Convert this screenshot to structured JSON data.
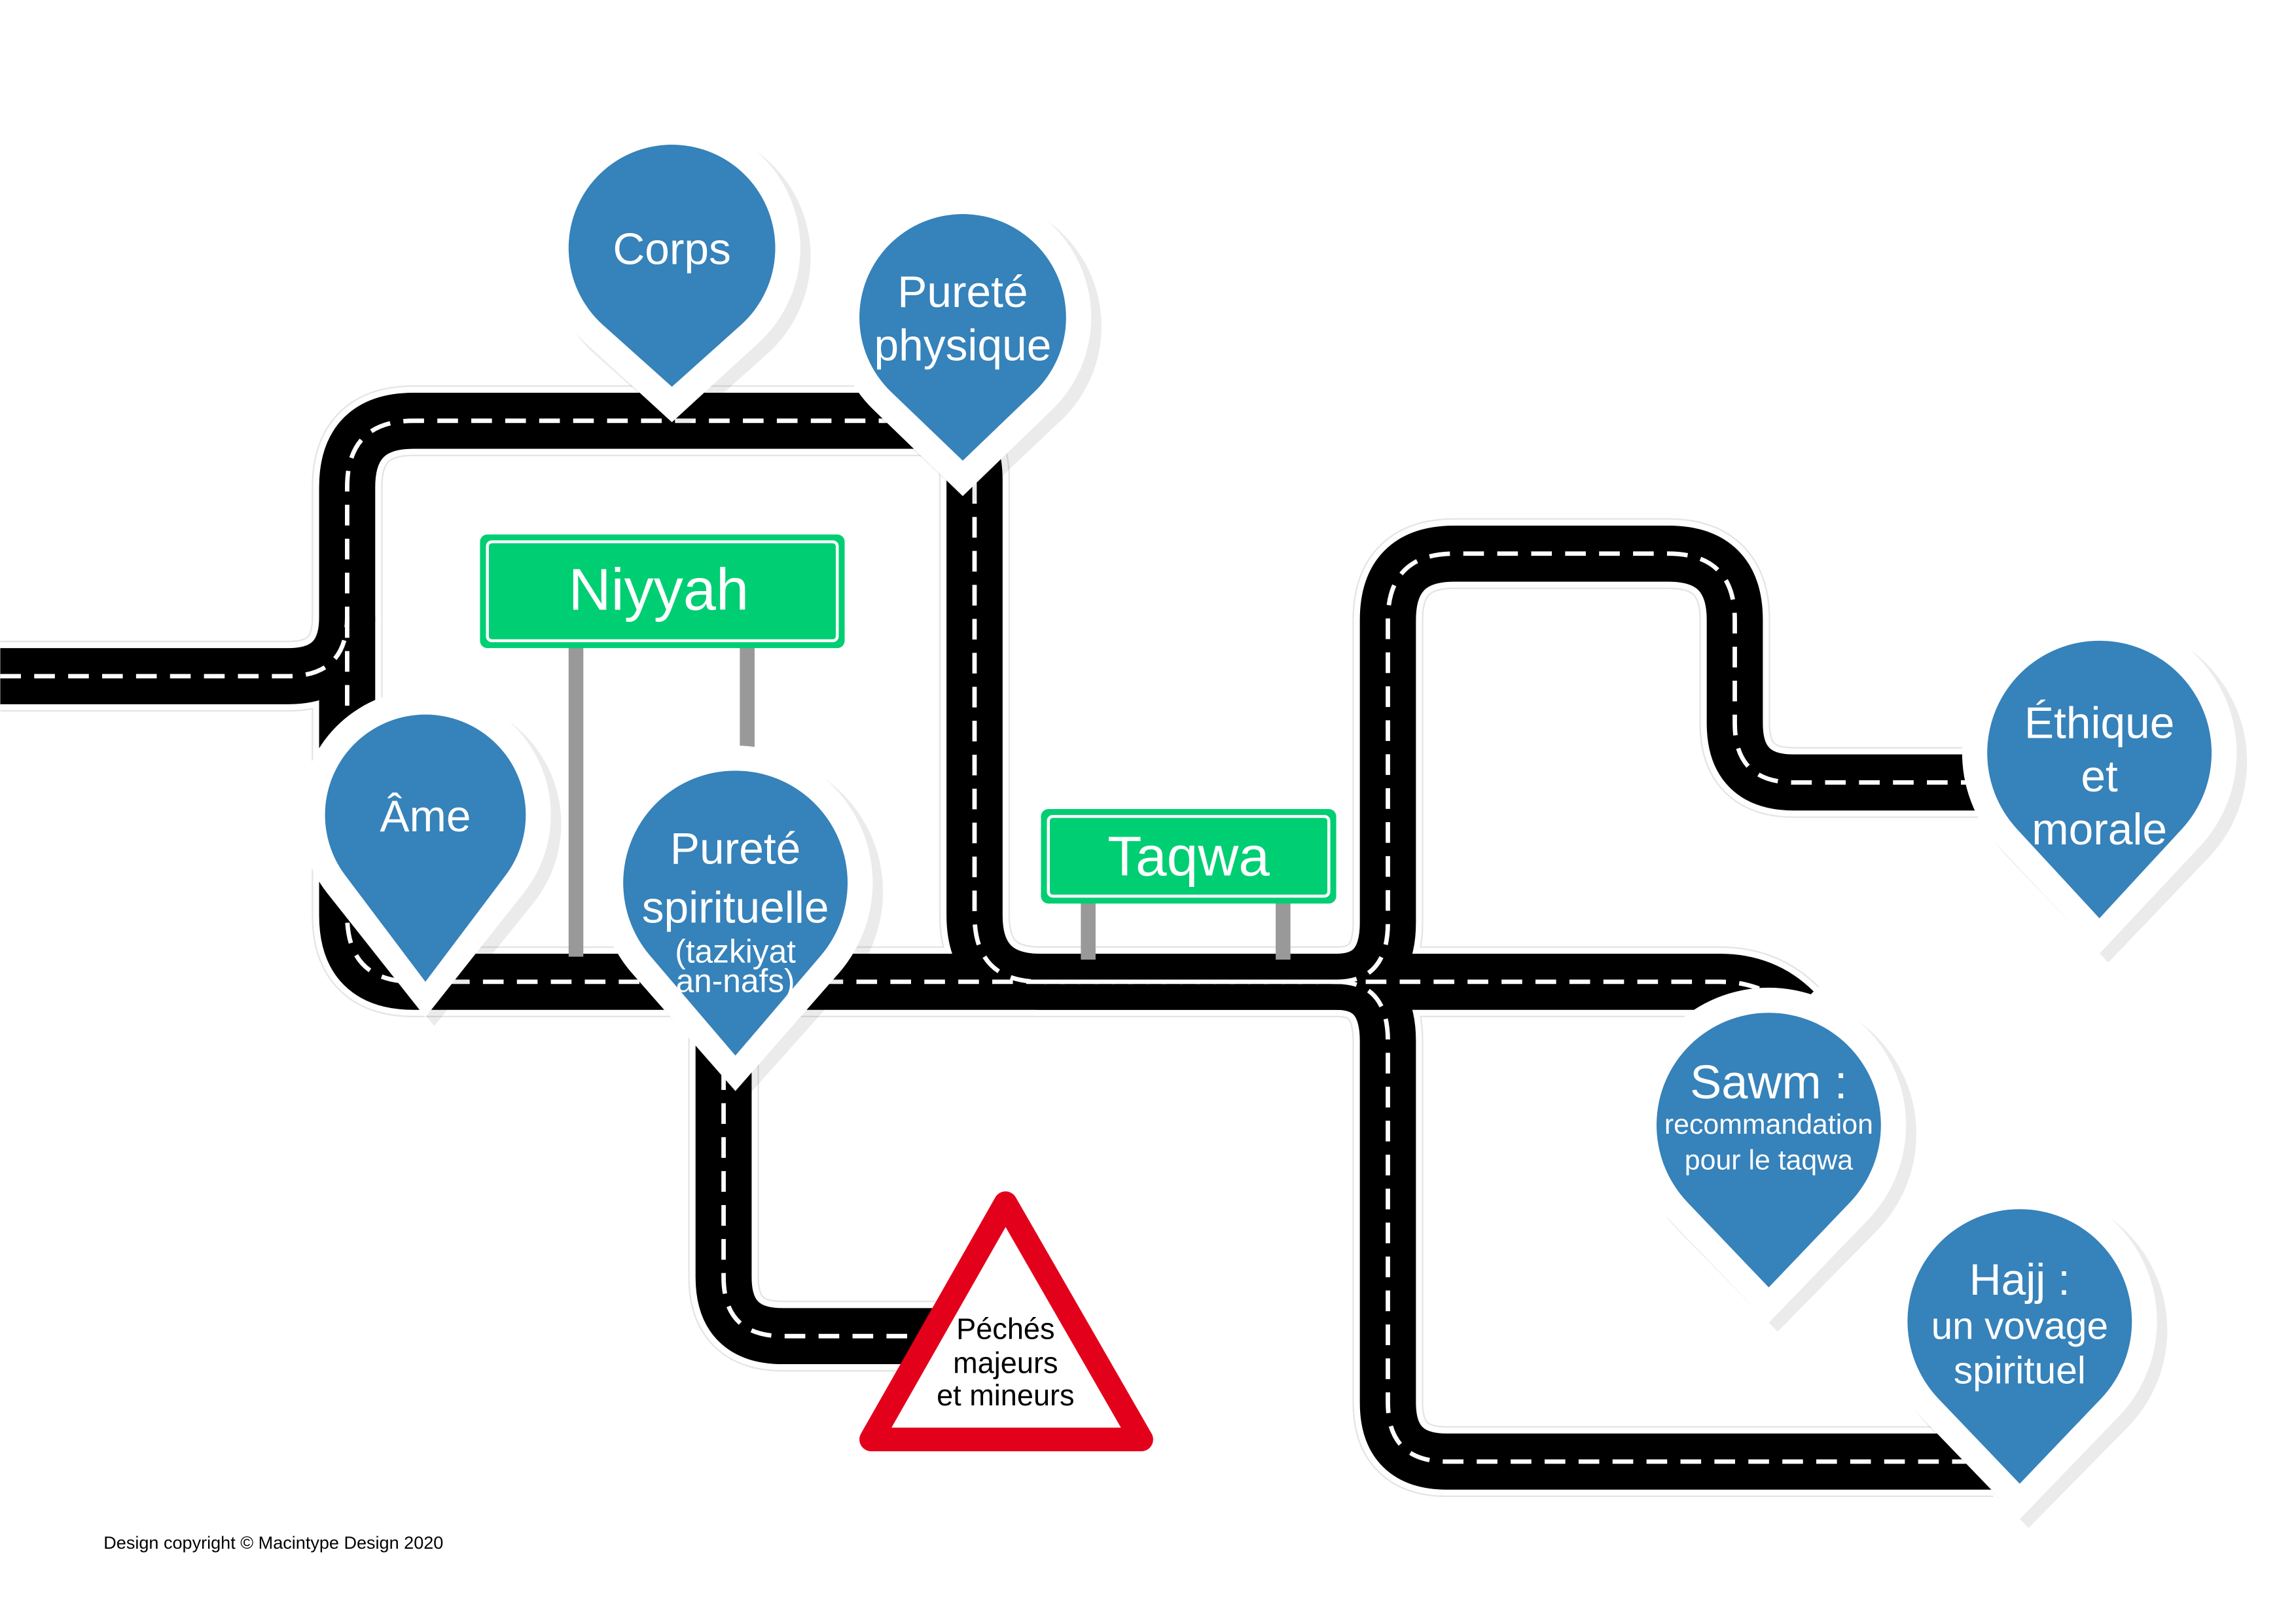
{
  "signs": {
    "niyyah": "Niyyah",
    "taqwa": "Taqwa"
  },
  "pins": {
    "corps": [
      "Corps"
    ],
    "purete_physique": [
      "Pureté",
      "physique"
    ],
    "ame": [
      "Âme"
    ],
    "purete_spirituelle": [
      "Pureté",
      "spirituelle",
      "(tazkiyat",
      "an-nafs)"
    ],
    "ethique": [
      "Éthique",
      "et",
      "morale"
    ],
    "sawm": [
      "Sawm :",
      "recommandation",
      "pour le taqwa"
    ],
    "hajj": [
      "Hajj :",
      "un vovage",
      "spirituel"
    ]
  },
  "warning": [
    "Péchés",
    "majeurs",
    "et mineurs"
  ],
  "copyright": "Design copyright © Macintype Design 2020",
  "colors": {
    "pin": "#3682BA",
    "sign": "#00CE73",
    "warning": "#E3001B",
    "road": "#000000"
  }
}
